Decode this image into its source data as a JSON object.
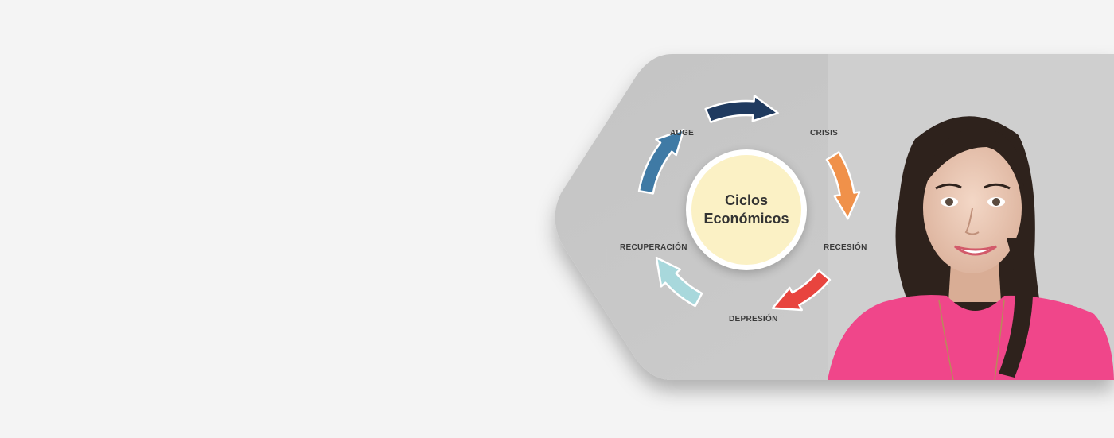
{
  "diagram": {
    "center": {
      "line1": "Ciclos",
      "line2": "Económicos",
      "fill": "#fbf1c5"
    },
    "stages": [
      {
        "label": "AUGE",
        "arrow_color": "#1f3a5f"
      },
      {
        "label": "CRISIS",
        "arrow_color": "#f0914a"
      },
      {
        "label": "RECESIÓN",
        "arrow_color": "#e8443e"
      },
      {
        "label": "DEPRESIÓN",
        "arrow_color": "#a8d8dc"
      },
      {
        "label": "RECUPERACIÓN",
        "arrow_color": "#3f7aa5"
      }
    ]
  },
  "presenter": {
    "shirt_color": "#f0468a",
    "hair_color": "#2e221c"
  },
  "panel": {
    "background": "#c8c8c8"
  }
}
